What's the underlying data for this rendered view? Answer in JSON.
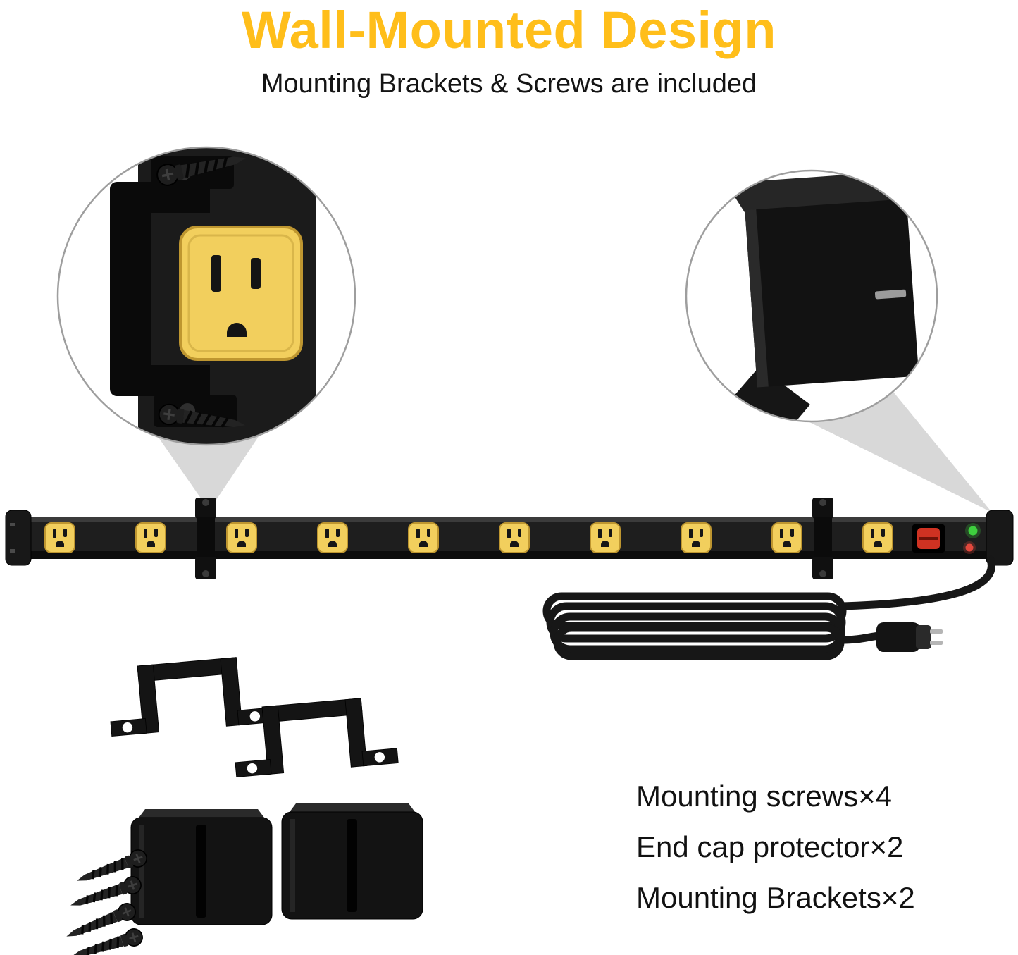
{
  "header": {
    "title": "Wall-Mounted Design",
    "subtitle": "Mounting Brackets & Screws are included"
  },
  "included_list": {
    "items": [
      "Mounting screws×4",
      "End cap protector×2",
      "Mounting Brackets×2"
    ]
  },
  "product": {
    "outlet_count": 10,
    "outlet_color": "#F2CF5D",
    "strip_body_color": "#1C1C1C",
    "switch_color": "#CF3222",
    "indicator_colors": {
      "green": "#3ECF3E",
      "red": "#E2483C"
    }
  },
  "colors": {
    "title_yellow": "#FFBE1A",
    "text_black": "#111111",
    "callout_cone_gray": "#D8D8D8"
  }
}
